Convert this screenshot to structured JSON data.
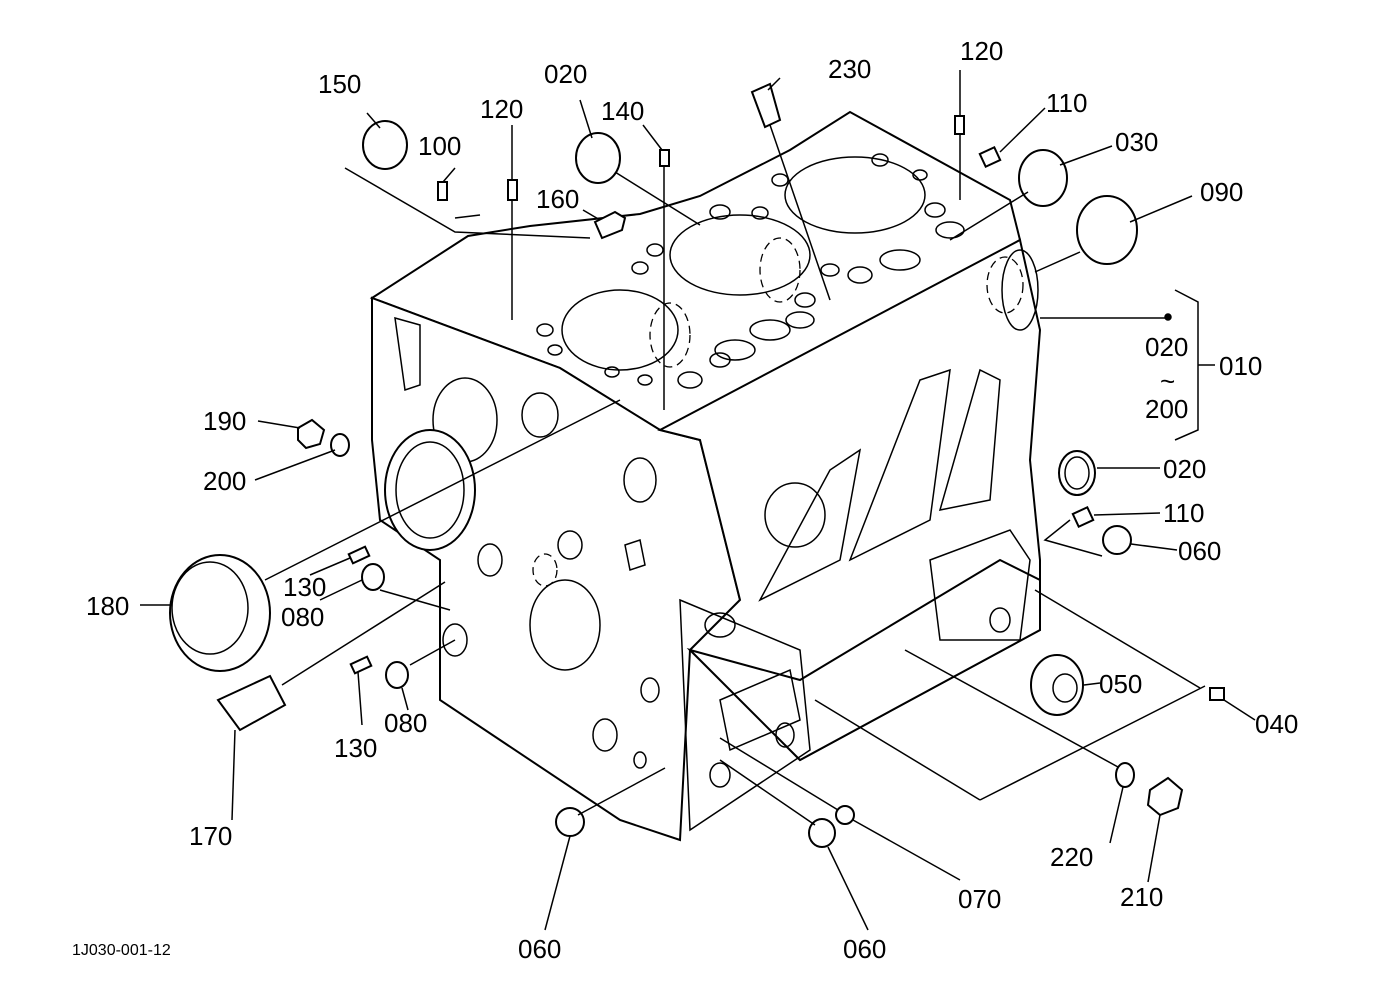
{
  "drawing_code": "1J030-001-12",
  "labels": {
    "p150": "150",
    "p100": "100",
    "p120a": "120",
    "p020a": "020",
    "p140": "140",
    "p160": "160",
    "p230": "230",
    "p120b": "120",
    "p110a": "110",
    "p030": "030",
    "p090": "090",
    "p020b": "020",
    "tilde": "~",
    "p200b": "200",
    "p010": "010",
    "p190": "190",
    "p200a": "200",
    "p020c": "020",
    "p110b": "110",
    "p060a": "060",
    "p180": "180",
    "p130a": "130",
    "p080a": "080",
    "p050": "050",
    "p040": "040",
    "p130b": "130",
    "p080b": "080",
    "p170": "170",
    "p220": "220",
    "p210": "210",
    "p070": "070",
    "p060b": "060",
    "p060c": "060"
  }
}
